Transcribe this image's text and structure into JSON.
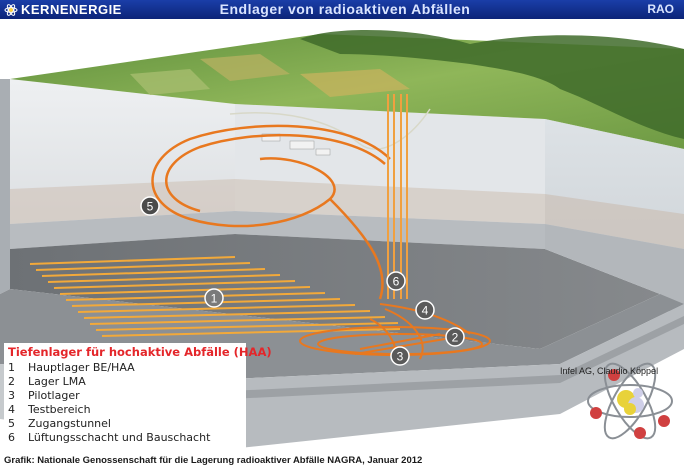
{
  "header": {
    "brand": "KERNENERGIE",
    "brand_icon": "atom-icon",
    "title": "Endlager von radioaktiven Abfällen",
    "tag": "RAO"
  },
  "diagram": {
    "markers": [
      "1",
      "2",
      "3",
      "4",
      "5",
      "6"
    ]
  },
  "legend": {
    "title": "Tiefenlager für hochaktive Abfälle (HAA)",
    "items": [
      {
        "num": "1",
        "label": "Hauptlager BE/HAA"
      },
      {
        "num": "2",
        "label": "Lager LMA"
      },
      {
        "num": "3",
        "label": "Pilotlager"
      },
      {
        "num": "4",
        "label": "Testbereich"
      },
      {
        "num": "5",
        "label": "Zugangstunnel"
      },
      {
        "num": "6",
        "label": "Lüftungsschacht und Bauschacht"
      }
    ]
  },
  "image_credit": "Infel AG, Claudio Köppel",
  "footer": {
    "text": "Grafik: Nationale Genossenschaft für die Lagerung radioaktiver Abfälle NAGRA, Januar 2012"
  },
  "colors": {
    "header": "#1a3ea8",
    "tunnel": "#f08a2c",
    "legend_title": "#e4262a",
    "terrain": "#7aa84a"
  }
}
